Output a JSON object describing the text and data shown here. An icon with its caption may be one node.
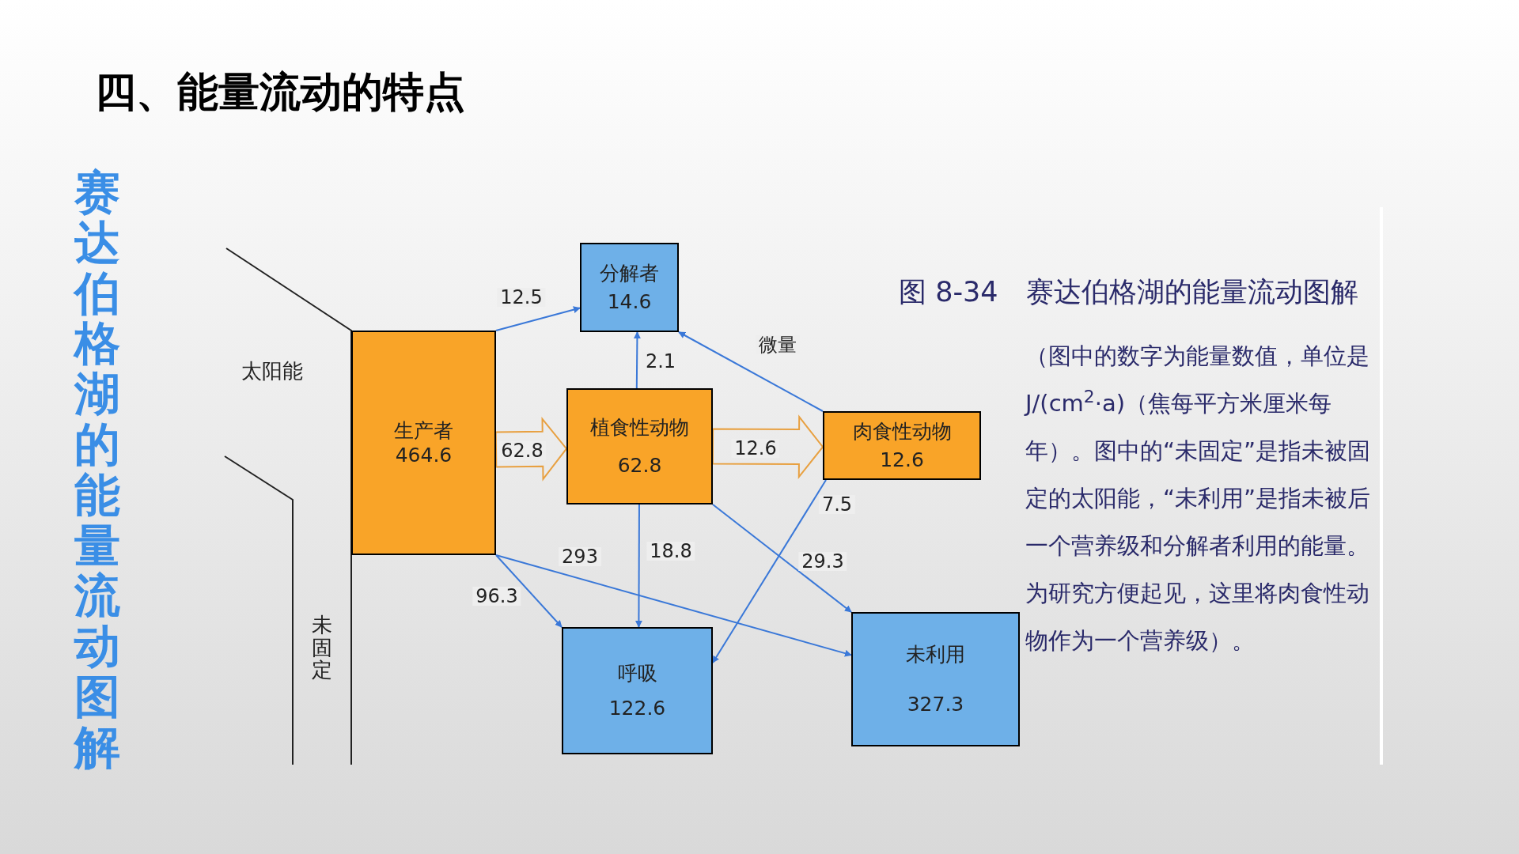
{
  "diagram": {
    "title": "四、能量流动的特点",
    "caption": "图 8-34　赛达伯格湖的能量流动图解",
    "nodes": [
      {
        "text": [
          "分解者",
          "14.6"
        ]
      },
      {
        "text": [
          "生产者",
          "464.6"
        ]
      },
      {
        "text": [
          "植食性动物",
          "62.8"
        ]
      },
      {
        "text": [
          "肉食性动物",
          "12.6"
        ]
      },
      {
        "text": [
          "呼吸",
          "122.6"
        ]
      },
      {
        "text": [
          "未利用",
          "327.3"
        ]
      }
    ],
    "edges": [
      {
        "from": 1,
        "to": 0,
        "arrow": "to",
        "label": "12.5"
      },
      {
        "from": 1,
        "to": 2,
        "arrow": "to",
        "label": "62.8",
        "style": "thick",
        "color": "#e8a040"
      },
      {
        "from": 2,
        "to": 3,
        "arrow": "to",
        "label": "12.6",
        "style": "thick",
        "color": "#e8a040"
      },
      {
        "from": 2,
        "to": 0,
        "arrow": "to",
        "label": "2.1"
      },
      {
        "from": 3,
        "to": 0,
        "arrow": "to",
        "label": "微量"
      },
      {
        "from": 3,
        "to": 4,
        "arrow": "to",
        "label": "7.5"
      },
      {
        "from": 2,
        "to": 5,
        "arrow": "to",
        "label": "29.3"
      },
      {
        "from": 2,
        "to": 4,
        "arrow": "to",
        "label": "18.8"
      },
      {
        "from": 1,
        "to": 4,
        "arrow": "to",
        "label": "96.3"
      },
      {
        "from": 1,
        "to": 5,
        "arrow": "to",
        "label": "293"
      }
    ],
    "labels": [
      "赛达伯格湖的能量流动图解",
      "太阳能",
      "未固定",
      "（图中的数字为能量数值，单位是 J/(cm$^{2}$·a)（焦每平方米厘米每年）。图中的“未固定”是指未被固定的太阳能，“未利用”是指未被后一个营养级和分解者利用的能量。为研究方便起见，这里将肉食性动物作为一个营养级）。"
    ]
  }
}
